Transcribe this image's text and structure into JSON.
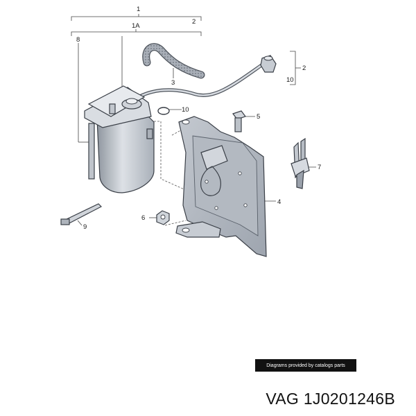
{
  "diagram": {
    "callouts": {
      "c1": "1",
      "c2_top": "2",
      "c1a": "1A",
      "c8": "8",
      "c3": "3",
      "c2_right": "2",
      "c10_right": "10",
      "c10": "10",
      "c5": "5",
      "c7": "7",
      "c4": "4",
      "c6": "6",
      "c9": "9"
    }
  },
  "banner": {
    "text": "Diagrams provided by catalogs parts"
  },
  "part_number": {
    "text": "VAG 1J0201246B"
  },
  "colors": {
    "line": "#444444",
    "part_fill": "#c9ced6",
    "part_shade": "#9aa1ab",
    "banner_bg": "#111111",
    "banner_text": "#ffffff"
  }
}
